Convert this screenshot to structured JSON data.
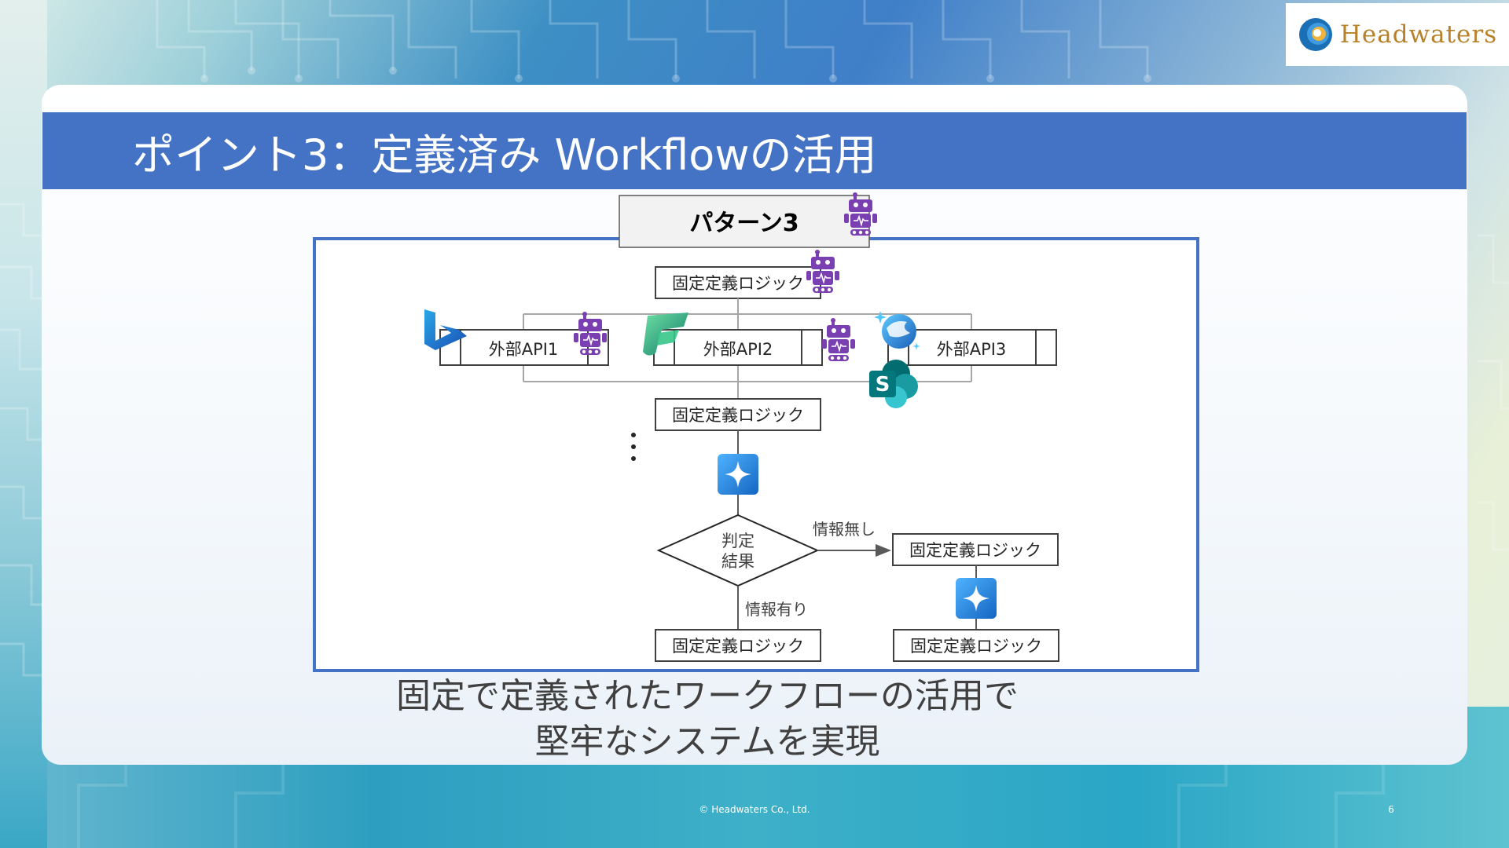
{
  "logo": {
    "text": "Headwaters"
  },
  "slide": {
    "title": "ポイント3：定義済み Workflowの活用",
    "page_number": "6",
    "copyright": "© Headwaters Co., Ltd."
  },
  "diagram": {
    "header": "パターン3",
    "nodes": {
      "top_logic": "固定定義ロジック",
      "api1": "外部API1",
      "api2": "外部API2",
      "api3": "外部API3",
      "mid_logic": "固定定義ロジック",
      "decision_line1": "判定",
      "decision_line2": "結果",
      "right_logic": "固定定義ロジック",
      "bottom_logic": "固定定義ロジック",
      "right_bottom_logic": "固定定義ロジック"
    },
    "edges": {
      "no_info": "情報無し",
      "has_info": "情報有り"
    },
    "icons": [
      "robot-icon",
      "bing-icon",
      "fabric-icon",
      "cosmos-icon",
      "sharepoint-icon",
      "copilot-studio-icon"
    ],
    "colors": {
      "frame_border": "#4472c4",
      "robot": "#7a3fb0",
      "copilot_tile": "#1e88e5"
    }
  },
  "caption": {
    "line1": "固定で定義されたワークフローの活用で",
    "line2": "堅牢なシステムを実現"
  }
}
